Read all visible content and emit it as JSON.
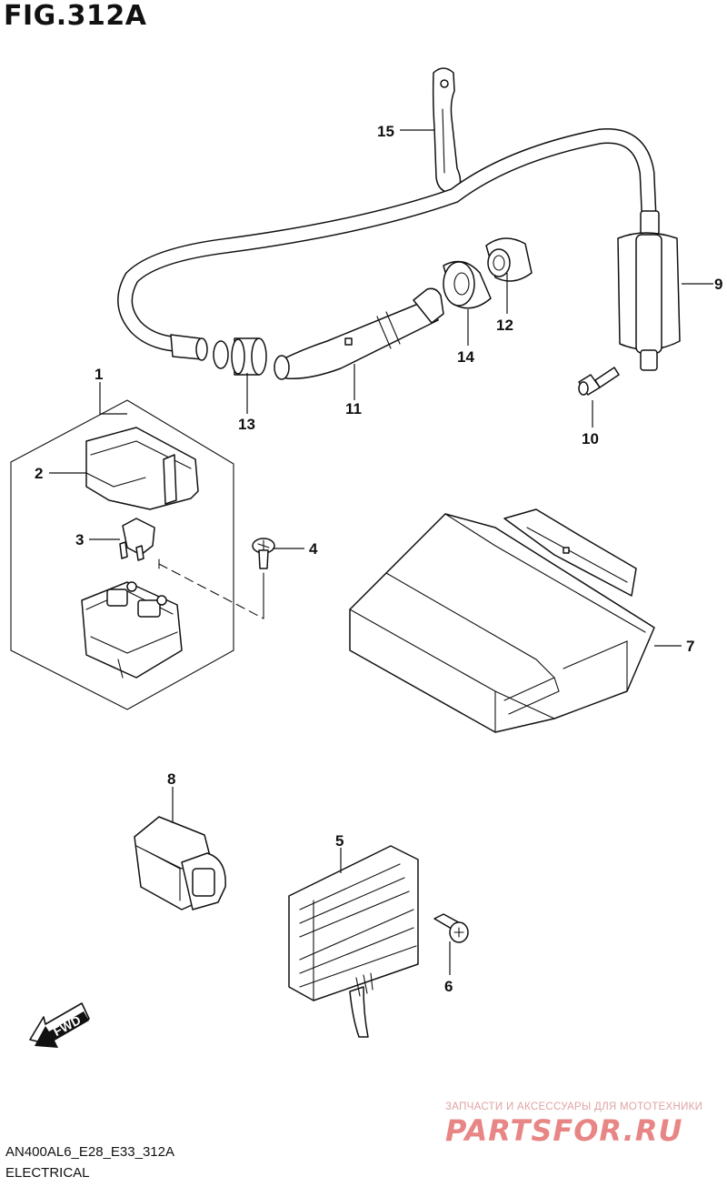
{
  "figure": {
    "title": "FIG.312A",
    "code": "AN400AL6_E28_E33_312A",
    "section": "ELECTRICAL"
  },
  "callouts": [
    {
      "id": "1",
      "label": "1"
    },
    {
      "id": "2",
      "label": "2"
    },
    {
      "id": "3",
      "label": "3"
    },
    {
      "id": "4",
      "label": "4"
    },
    {
      "id": "5",
      "label": "5"
    },
    {
      "id": "6",
      "label": "6"
    },
    {
      "id": "7",
      "label": "7"
    },
    {
      "id": "8",
      "label": "8"
    },
    {
      "id": "9",
      "label": "9"
    },
    {
      "id": "10",
      "label": "10"
    },
    {
      "id": "11",
      "label": "11"
    },
    {
      "id": "12",
      "label": "12"
    },
    {
      "id": "13",
      "label": "13"
    },
    {
      "id": "14",
      "label": "14"
    },
    {
      "id": "15",
      "label": "15"
    }
  ],
  "direction_badge": {
    "label": "FWD"
  },
  "watermark": {
    "subtitle": "ЗАПЧАСТИ И АКСЕССУАРЫ ДЛЯ МОТОТЕХНИКИ",
    "logo": "PARTSFOR.RU"
  },
  "colors": {
    "line": "#111111",
    "watermark": "#e88585"
  }
}
